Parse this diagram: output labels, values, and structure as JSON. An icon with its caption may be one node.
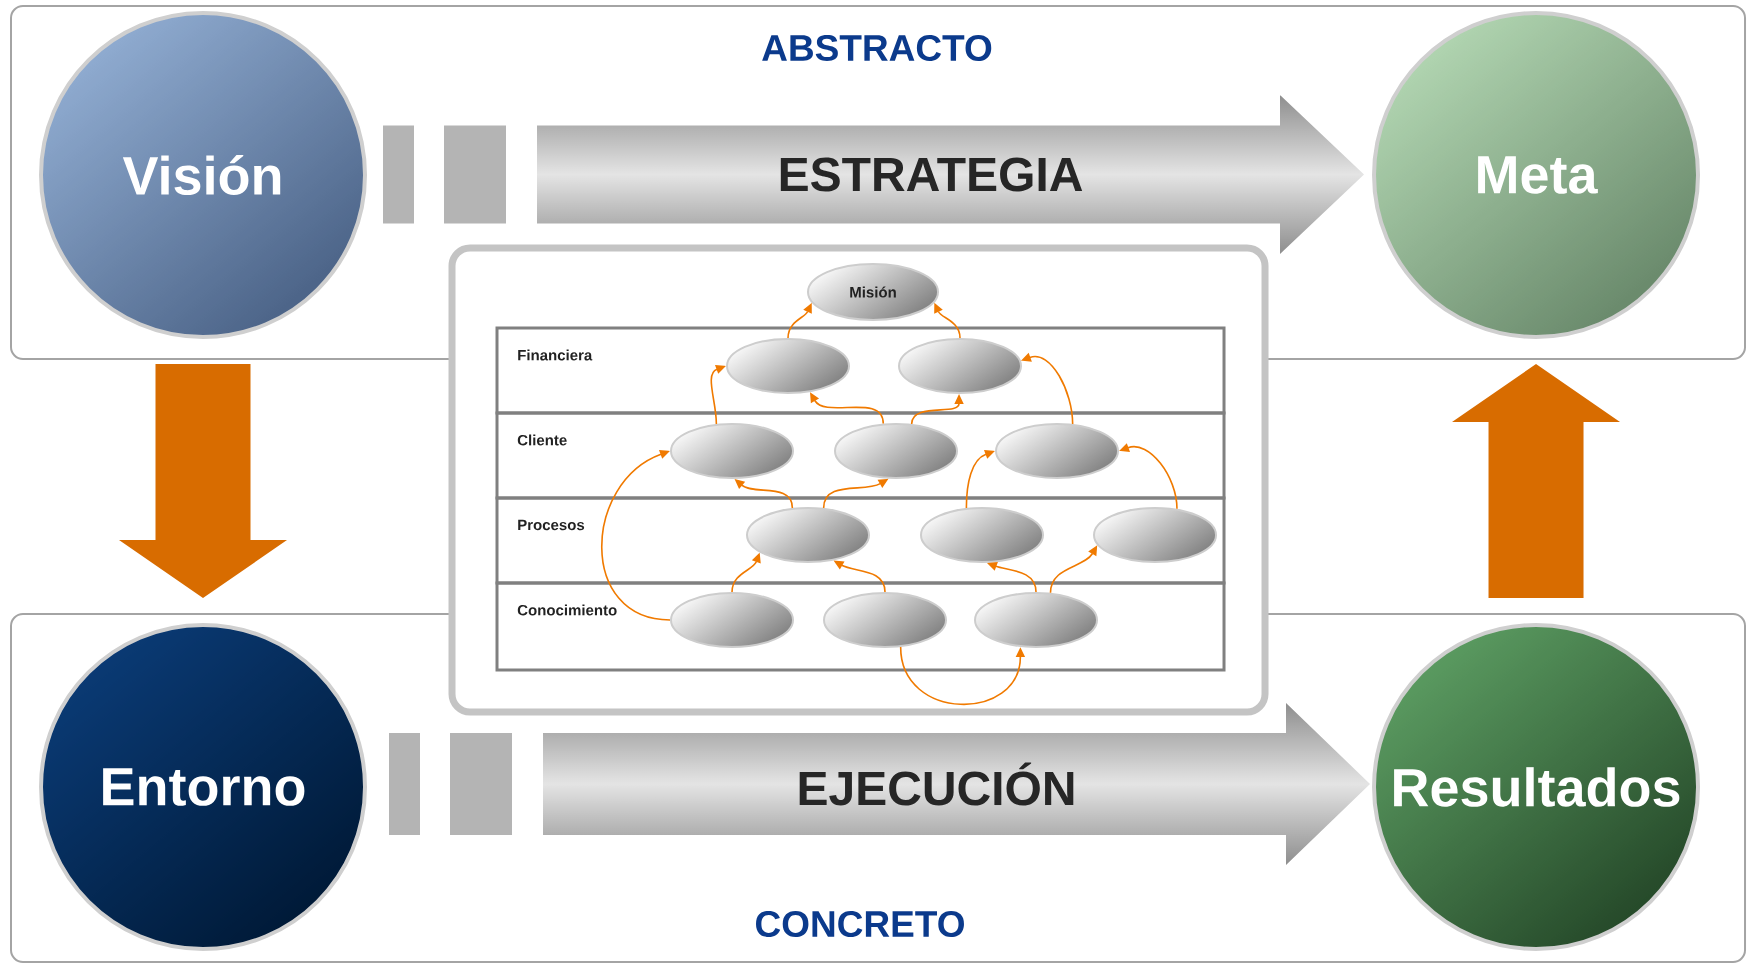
{
  "diagram": {
    "nodes": [
      {
        "text": [
          "ABSTRACTO"
        ]
      },
      {
        "text": [
          "Visión"
        ],
        "in": 0
      },
      {
        "text": [
          "ESTRATEGIA"
        ],
        "in": 0
      },
      {
        "text": [
          "Meta"
        ],
        "in": 0
      },
      {
        "text": [],
        "shape": "box"
      },
      {
        "text": [
          "Misión"
        ]
      },
      {
        "text": [
          "Financiera"
        ],
        "in": 4
      },
      {
        "text": [
          "Cliente"
        ],
        "in": 4
      },
      {
        "text": [
          "Procesos"
        ],
        "in": 4
      },
      {
        "text": [
          "Conocimiento"
        ],
        "in": 4
      },
      {
        "text": [],
        "shape": "ellipse",
        "in": 6
      },
      {
        "text": [],
        "shape": "ellipse",
        "in": 6
      },
      {
        "text": [],
        "shape": "ellipse",
        "in": 7
      },
      {
        "text": [],
        "shape": "ellipse",
        "in": 7
      },
      {
        "text": [],
        "shape": "ellipse",
        "in": 7
      },
      {
        "text": [],
        "shape": "ellipse",
        "in": 8
      },
      {
        "text": [],
        "shape": "ellipse",
        "in": 8
      },
      {
        "text": [],
        "shape": "ellipse",
        "in": 8
      },
      {
        "text": [],
        "shape": "ellipse",
        "in": 9
      },
      {
        "text": [],
        "shape": "ellipse",
        "in": 9
      },
      {
        "text": [],
        "shape": "ellipse",
        "in": 9
      },
      {
        "text": [
          "CONCRETO"
        ]
      },
      {
        "text": [
          "Entorno"
        ],
        "in": 21
      },
      {
        "text": [
          "EJECUCIÓN"
        ],
        "in": 21
      },
      {
        "text": [
          "Resultados"
        ],
        "in": 21
      }
    ],
    "edges": [
      {
        "from": 10,
        "to": 5,
        "arrow": "to"
      },
      {
        "from": 11,
        "to": 5,
        "arrow": "to"
      },
      {
        "from": 12,
        "to": 10,
        "arrow": "to"
      },
      {
        "from": 13,
        "to": 10,
        "arrow": "to"
      },
      {
        "from": 13,
        "to": 11,
        "arrow": "to"
      },
      {
        "from": 14,
        "to": 11,
        "arrow": "to"
      },
      {
        "from": 18,
        "to": 12,
        "arrow": "to"
      },
      {
        "from": 15,
        "to": 12,
        "arrow": "to"
      },
      {
        "from": 15,
        "to": 13,
        "arrow": "to"
      },
      {
        "from": 16,
        "to": 14,
        "arrow": "to"
      },
      {
        "from": 17,
        "to": 14,
        "arrow": "to"
      },
      {
        "from": 18,
        "to": 15,
        "arrow": "to"
      },
      {
        "from": 19,
        "to": 15,
        "arrow": "to"
      },
      {
        "from": 20,
        "to": 16,
        "arrow": "to"
      },
      {
        "from": 20,
        "to": 17,
        "arrow": "to"
      },
      {
        "from": 19,
        "to": 20,
        "arrow": "to"
      },
      {
        "from": 1,
        "to": 22,
        "arrow": "to",
        "style": "thick"
      },
      {
        "from": 24,
        "to": 3,
        "arrow": "to",
        "style": "thick"
      }
    ]
  }
}
